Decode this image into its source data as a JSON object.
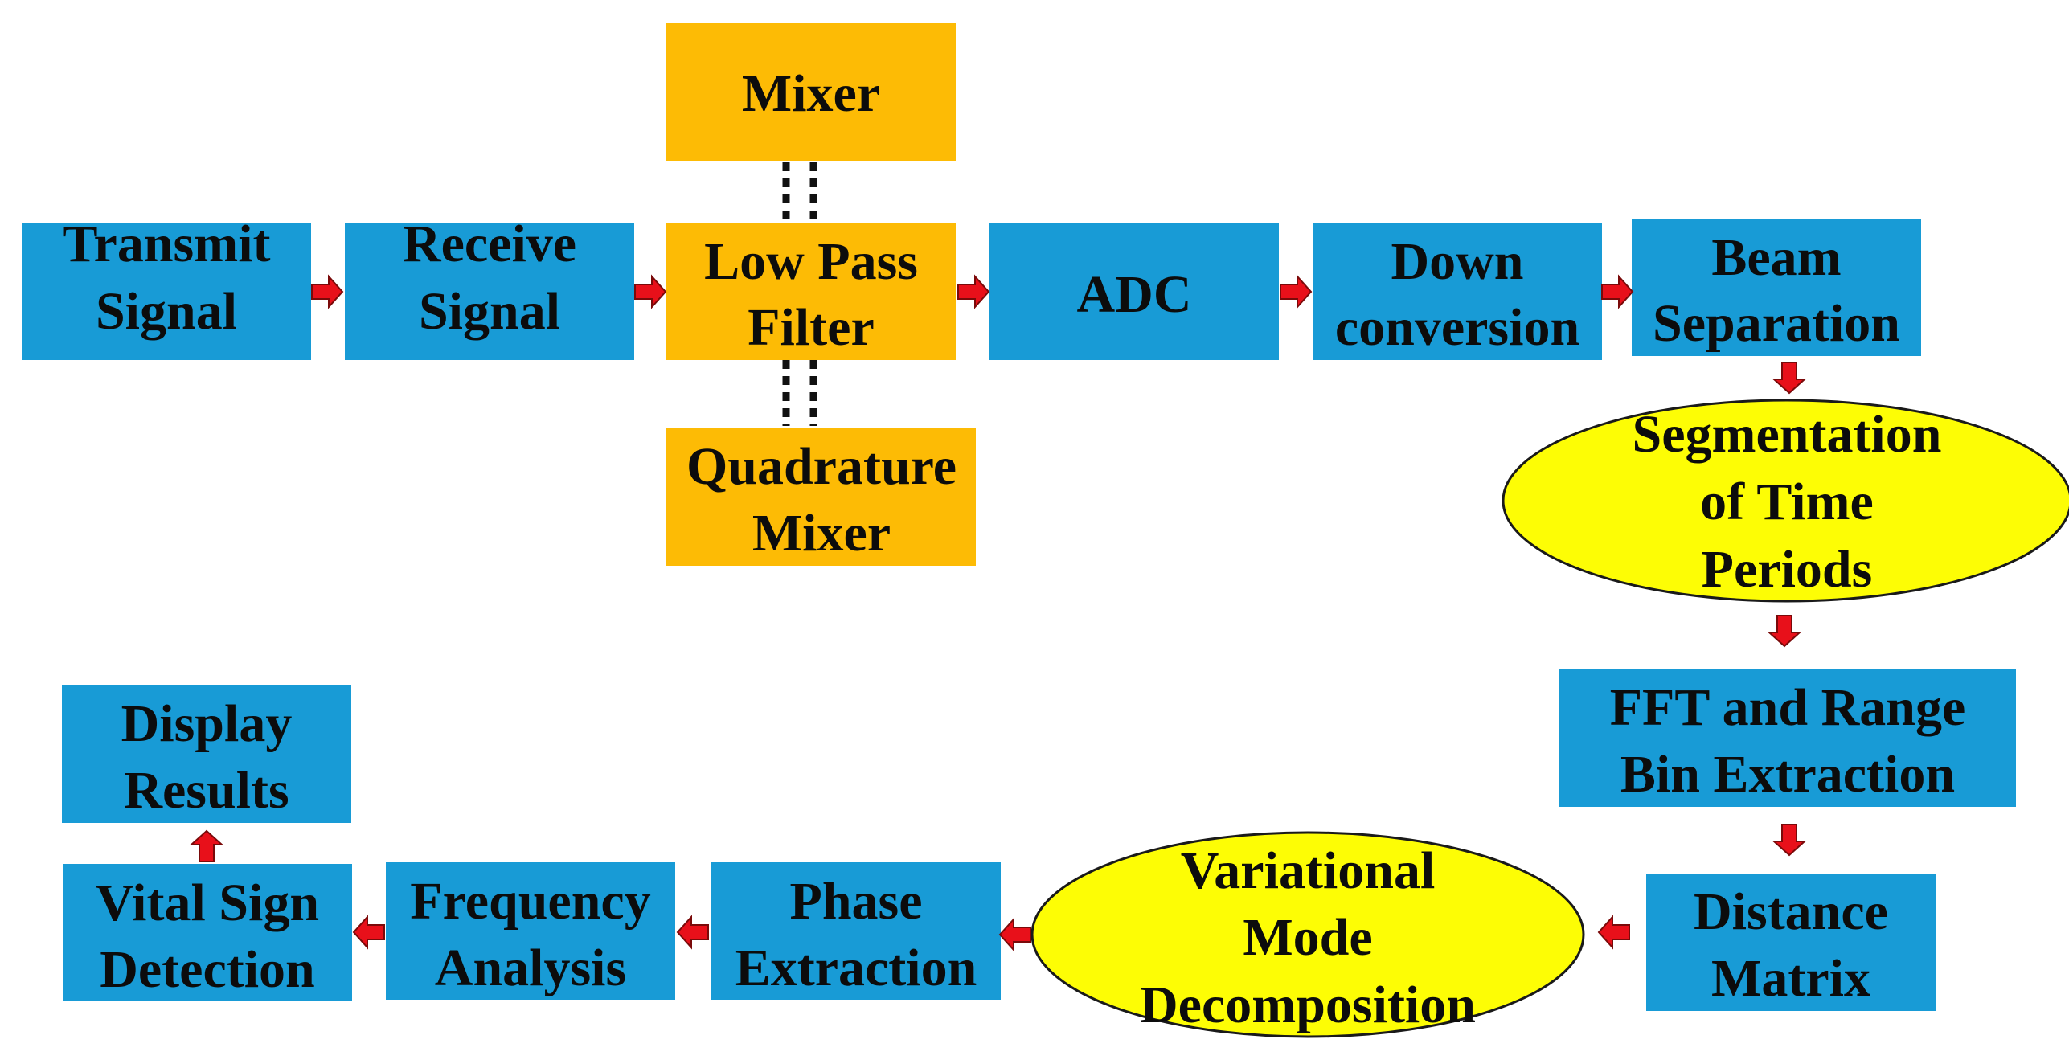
{
  "colors": {
    "blue_box": "#189bd6",
    "orange_box": "#fdbb05",
    "yellow_ellipse": "#fdfd05",
    "arrow": "#e8101a",
    "text": "#0c0c0c"
  },
  "nodes": {
    "transmit_signal": [
      "Transmit",
      "Signal"
    ],
    "receive_signal": [
      "Receive",
      "Signal"
    ],
    "low_pass_filter": [
      "Low Pass",
      "Filter"
    ],
    "mixer": [
      "Mixer"
    ],
    "quadrature_mixer": [
      "Quadrature",
      "Mixer"
    ],
    "adc": [
      "ADC"
    ],
    "down_conversion": [
      "Down",
      "conversion"
    ],
    "beam_separation": [
      "Beam",
      "Separation"
    ],
    "segmentation": [
      "Segmentation",
      "of Time",
      "Periods"
    ],
    "fft_range": [
      "FFT and Range",
      "Bin Extraction"
    ],
    "distance_matrix": [
      "Distance",
      "Matrix"
    ],
    "vmd": [
      "Variational",
      "Mode",
      "Decomposition"
    ],
    "phase_extraction": [
      "Phase",
      "Extraction"
    ],
    "frequency_analysis": [
      "Frequency",
      "Analysis"
    ],
    "vital_sign_detection": [
      "Vital Sign",
      "Detection"
    ],
    "display_results": [
      "Display",
      "Results"
    ]
  }
}
